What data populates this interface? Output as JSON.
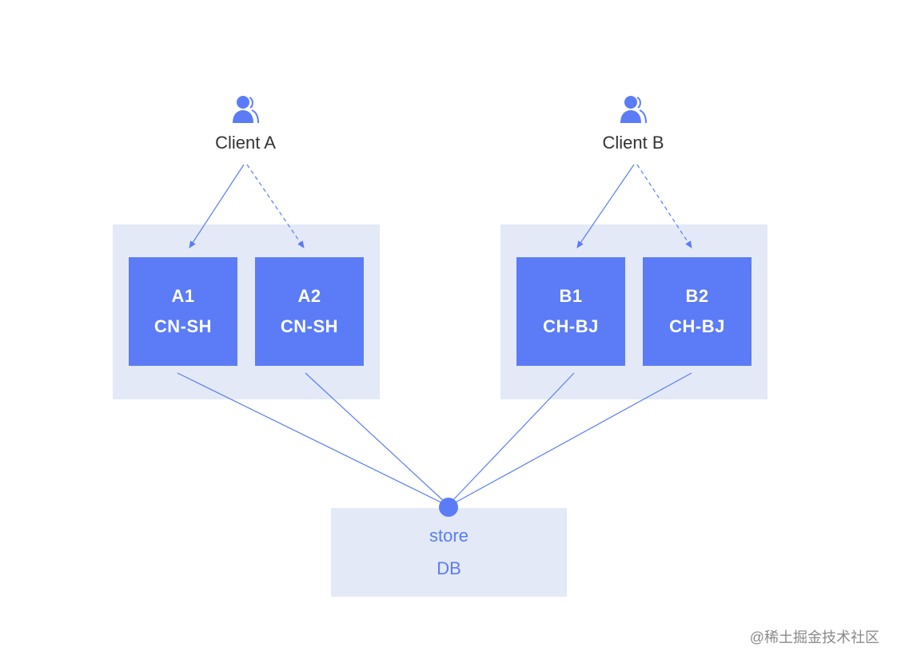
{
  "clients": [
    {
      "name": "Client A",
      "icon": "user-icon"
    },
    {
      "name": "Client B",
      "icon": "user-icon"
    }
  ],
  "nodes": [
    {
      "id": "A1",
      "region": "CN-SH"
    },
    {
      "id": "A2",
      "region": "CN-SH"
    },
    {
      "id": "B1",
      "region": "CH-BJ"
    },
    {
      "id": "B2",
      "region": "CH-BJ"
    }
  ],
  "store": {
    "line1": "store",
    "line2": "DB"
  },
  "watermark": "@稀土掘金技术社区",
  "colors": {
    "accent": "#5b7cf6",
    "group_bg": "#e3e9f6",
    "text": "#333333"
  }
}
